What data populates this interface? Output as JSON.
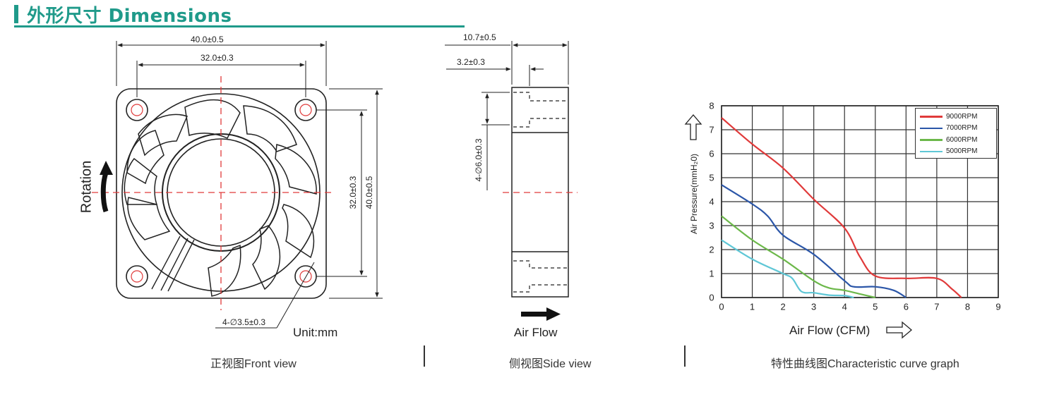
{
  "header": {
    "title": "外形尺寸 Dimensions",
    "accent_color": "#1f9a8a"
  },
  "front_view": {
    "caption": "正视图Front view",
    "dim_outer_width": "40.0±0.5",
    "dim_hole_width": "32.0±0.3",
    "dim_hole_height": "32.0±0.3",
    "dim_outer_height": "40.0±0.5",
    "rotation_label": "Rotation",
    "hole_dim": "4-∅3.5±0.3",
    "unit_label": "Unit:mm"
  },
  "side_view": {
    "caption": "侧视图Side view",
    "dim_thickness": "10.7±0.5",
    "dim_offset": "3.2±0.3",
    "dim_hole_depth": "4-∅6.0±0.3",
    "airflow_label": "Air Flow"
  },
  "curve_graph": {
    "caption": "特性曲线图Characteristic curve graph"
  },
  "chart_data": {
    "type": "line",
    "xlabel": "Air Flow (CFM)",
    "ylabel": "Air Pressure(mmH₂0)",
    "xlim": [
      0,
      9
    ],
    "ylim": [
      0,
      8
    ],
    "xticks": [
      "0",
      "1",
      "2",
      "3",
      "4",
      "5",
      "6",
      "7",
      "8",
      "9"
    ],
    "yticks": [
      "0",
      "1",
      "2",
      "3",
      "4",
      "5",
      "6",
      "7",
      "8"
    ],
    "grid": true,
    "legend_position": "top-right",
    "series": [
      {
        "name": "9000RPM",
        "color": "#e03a3a",
        "x": [
          0,
          1,
          2,
          3,
          4,
          4.5,
          5,
          6,
          7,
          7.5,
          7.8
        ],
        "y": [
          7.5,
          6.4,
          5.4,
          4.1,
          2.9,
          1.7,
          0.9,
          0.8,
          0.8,
          0.35,
          0
        ]
      },
      {
        "name": "7000RPM",
        "color": "#2b56a8",
        "x": [
          0,
          1,
          1.5,
          2,
          3,
          4,
          4.3,
          5,
          5.6,
          6
        ],
        "y": [
          4.7,
          3.9,
          3.4,
          2.6,
          1.8,
          0.7,
          0.45,
          0.45,
          0.3,
          0
        ]
      },
      {
        "name": "6000RPM",
        "color": "#6cb84a",
        "x": [
          0,
          1,
          2,
          3,
          3.5,
          4,
          4.5,
          5
        ],
        "y": [
          3.4,
          2.4,
          1.6,
          0.7,
          0.4,
          0.3,
          0.15,
          0
        ]
      },
      {
        "name": "5000RPM",
        "color": "#5fc7d6",
        "x": [
          0,
          1,
          2,
          2.3,
          2.6,
          3,
          3.5,
          4,
          4.3
        ],
        "y": [
          2.4,
          1.6,
          1.0,
          0.8,
          0.25,
          0.2,
          0.1,
          0.08,
          0
        ]
      }
    ]
  }
}
